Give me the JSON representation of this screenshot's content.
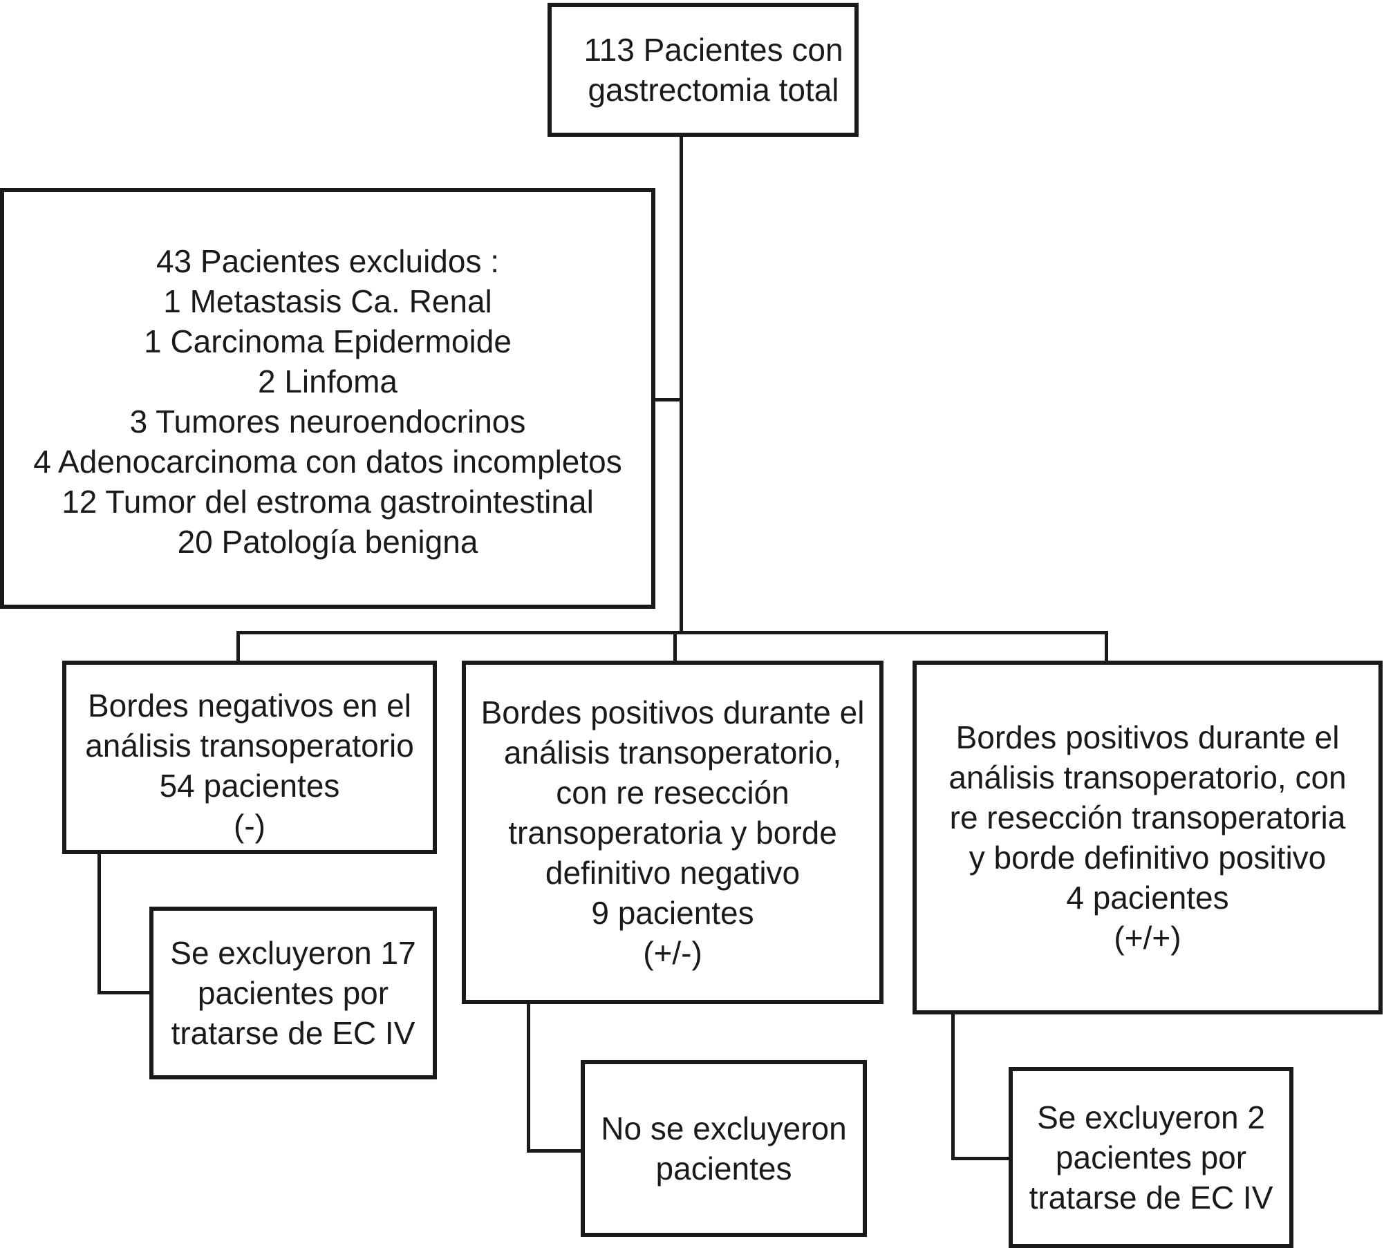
{
  "boxes": {
    "total": {
      "lines": [
        "113 Pacientes con",
        "gastrectomia total"
      ]
    },
    "excluded": {
      "lines": [
        "43 Pacientes excluidos :",
        "1 Metastasis Ca. Renal",
        "1 Carcinoma Epidermoide",
        "2 Linfoma",
        "3 Tumores neuroendocrinos",
        "4 Adenocarcinoma con datos incompletos",
        "12 Tumor del estroma gastrointestinal",
        "20 Patología benigna"
      ]
    },
    "negative": {
      "lines": [
        "Bordes negativos en el",
        "análisis transoperatorio",
        "54 pacientes",
        "(-)"
      ]
    },
    "pos_neg": {
      "lines": [
        "Bordes positivos durante el",
        "análisis transoperatorio,",
        "con re resección",
        "transoperatoria y borde",
        "definitivo negativo",
        "9 pacientes",
        "(+/-)"
      ]
    },
    "pos_pos": {
      "lines": [
        "Bordes positivos durante el",
        "análisis transoperatorio, con",
        "re resección transoperatoria",
        "y borde definitivo positivo",
        "4 pacientes",
        "(+/+)"
      ]
    },
    "excl_negative": {
      "lines": [
        "Se excluyeron 17",
        "pacientes por",
        "tratarse de EC IV"
      ]
    },
    "excl_pos_neg": {
      "lines": [
        "No se excluyeron",
        "pacientes"
      ]
    },
    "excl_pos_pos": {
      "lines": [
        "Se excluyeron 2",
        "pacientes por",
        "tratarse de EC IV"
      ]
    }
  }
}
